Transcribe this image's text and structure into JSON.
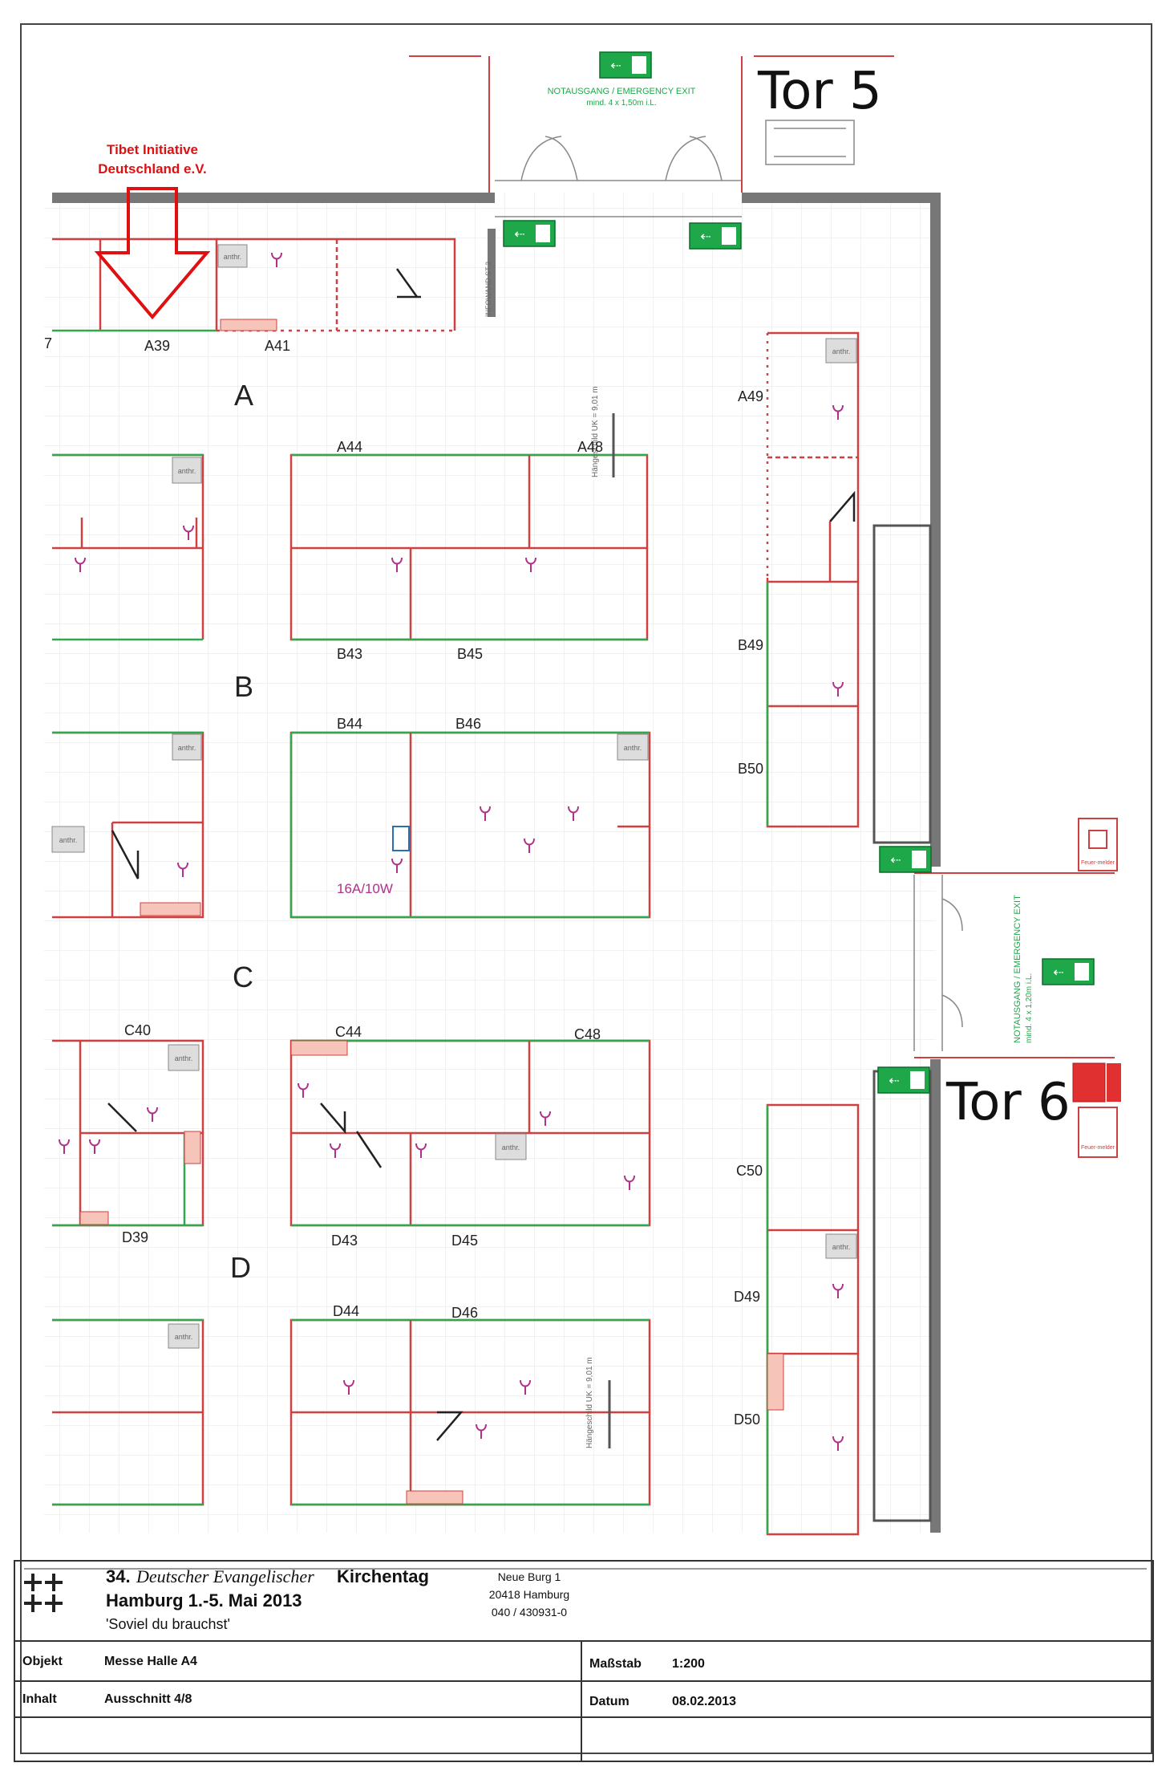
{
  "annotation": {
    "line1": "Tibet Initiative",
    "line2": "Deutschland e.V."
  },
  "gates": {
    "tor5": "Tor 5",
    "tor6": "Tor 6"
  },
  "exits": {
    "top_line1": "NOTAUSGANG / EMERGENCY EXIT",
    "top_line2": "mind. 4 x 1,50m i.L.",
    "right_line1": "NOTAUSGANG / EMERGENCY EXIT",
    "right_line2": "mind. 4 x 1,20m i.L."
  },
  "rows": {
    "a": "A",
    "b": "B",
    "c": "C",
    "d": "D"
  },
  "booths": {
    "a37": "7",
    "a39": "A39",
    "a41": "A41",
    "a44": "A44",
    "a48": "A48",
    "a49": "A49",
    "b43": "B43",
    "b45": "B45",
    "b44": "B44",
    "b46": "B46",
    "b49": "B49",
    "b50": "B50",
    "c40": "C40",
    "c44": "C44",
    "c48": "C48",
    "c50": "C50",
    "d39": "D39",
    "d43": "D43",
    "d45": "D45",
    "d44": "D44",
    "d46": "D46",
    "d49": "D49",
    "d50": "D50"
  },
  "markers": {
    "anthr": "anthr.",
    "power": "16A/10W",
    "hanger1": "Hängeschild UK = 9,01 m",
    "hanger2": "Hängeschild UK = 9,01 m",
    "wall_text": "INFOWAND ST.3",
    "fire1": "Feuer-melder",
    "fire2": "Feuer-melder"
  },
  "title_block": {
    "edition": "34.",
    "event_italic": "Deutscher Evangelischer",
    "event_bold": "Kirchentag",
    "dates": "Hamburg 1.-5. Mai 2013",
    "motto": "'Soviel du brauchst'",
    "address1": "Neue Burg 1",
    "address2": "20418 Hamburg",
    "address3": "040 / 430931-0",
    "objekt_label": "Objekt",
    "objekt_value": "Messe Halle A4",
    "massstab_label": "Maßstab",
    "massstab_value": "1:200",
    "inhalt_label": "Inhalt",
    "inhalt_value": "Ausschnitt 4/8",
    "datum_label": "Datum",
    "datum_value": "08.02.2013"
  },
  "colors": {
    "wall": "#777777",
    "booth_red": "#d04040",
    "booth_green": "#2fa84f",
    "exit_green": "#1fa84a",
    "grid": "#e6e6e6",
    "annotation": "#e01010",
    "outlet": "#b0308a"
  }
}
